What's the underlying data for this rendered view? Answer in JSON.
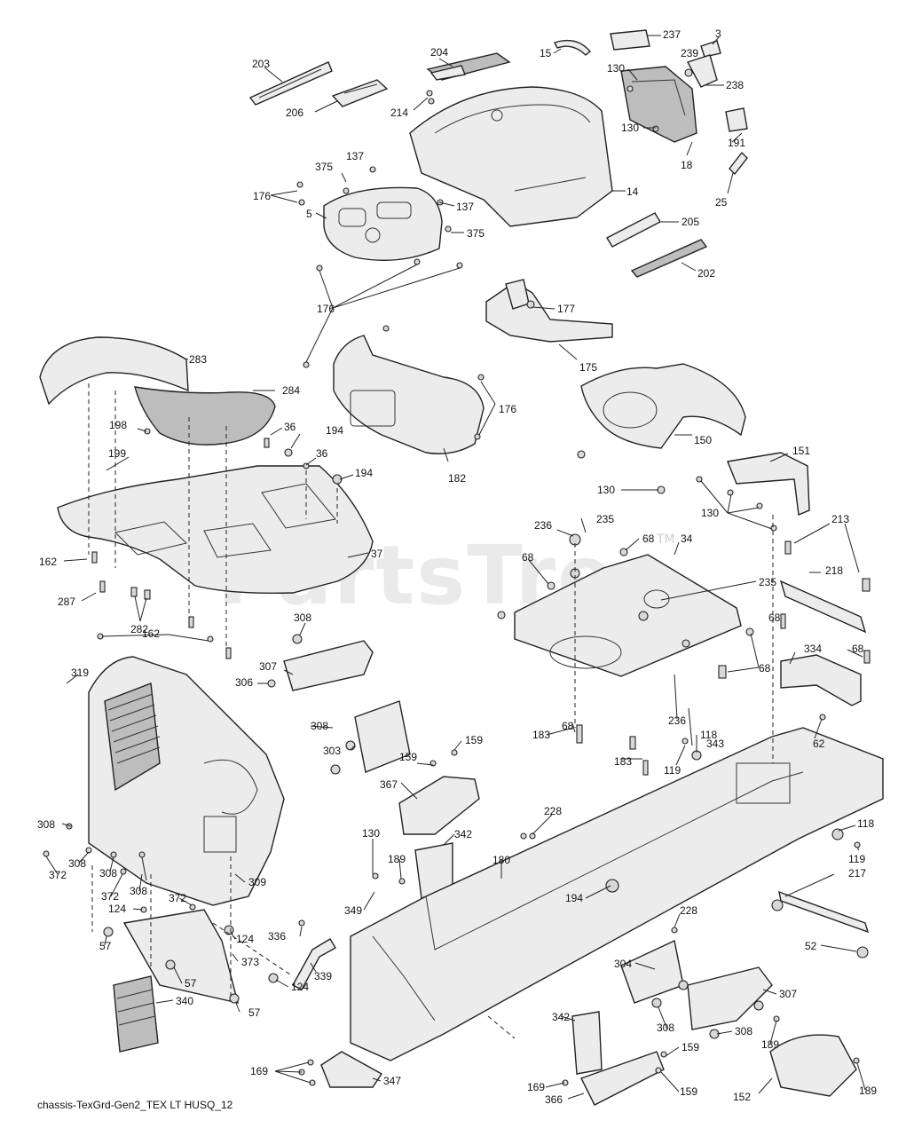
{
  "watermark": {
    "text": "PartsTree",
    "tm": "TM"
  },
  "diagram_code": "chassis-TexGrd-Gen2_TEX LT HUSQ_12",
  "callouts": [
    {
      "id": "c203",
      "label": "203"
    },
    {
      "id": "c206",
      "label": "206"
    },
    {
      "id": "c204",
      "label": "204"
    },
    {
      "id": "c214",
      "label": "214"
    },
    {
      "id": "c15",
      "label": "15"
    },
    {
      "id": "c237",
      "label": "237"
    },
    {
      "id": "c3",
      "label": "3"
    },
    {
      "id": "c239",
      "label": "239"
    },
    {
      "id": "c130a",
      "label": "130"
    },
    {
      "id": "c238",
      "label": "238"
    },
    {
      "id": "c130b",
      "label": "130"
    },
    {
      "id": "c191",
      "label": "191"
    },
    {
      "id": "c18",
      "label": "18"
    },
    {
      "id": "c25",
      "label": "25"
    },
    {
      "id": "c14",
      "label": "14"
    },
    {
      "id": "c205",
      "label": "205"
    },
    {
      "id": "c202",
      "label": "202"
    },
    {
      "id": "c375a",
      "label": "375"
    },
    {
      "id": "c137a",
      "label": "137"
    },
    {
      "id": "c176a",
      "label": "176"
    },
    {
      "id": "c137b",
      "label": "137"
    },
    {
      "id": "c5",
      "label": "5"
    },
    {
      "id": "c375b",
      "label": "375"
    },
    {
      "id": "c176b",
      "label": "176"
    },
    {
      "id": "c177",
      "label": "177"
    },
    {
      "id": "c175",
      "label": "175"
    },
    {
      "id": "c283",
      "label": "283"
    },
    {
      "id": "c284",
      "label": "284"
    },
    {
      "id": "c176c",
      "label": "176"
    },
    {
      "id": "c198",
      "label": "198"
    },
    {
      "id": "c36a",
      "label": "36"
    },
    {
      "id": "c194a",
      "label": "194"
    },
    {
      "id": "c36b",
      "label": "36"
    },
    {
      "id": "c199",
      "label": "199"
    },
    {
      "id": "c194b",
      "label": "194"
    },
    {
      "id": "c182",
      "label": "182"
    },
    {
      "id": "c150",
      "label": "150"
    },
    {
      "id": "c151",
      "label": "151"
    },
    {
      "id": "c130c",
      "label": "130"
    },
    {
      "id": "c130d",
      "label": "130"
    },
    {
      "id": "c213",
      "label": "213"
    },
    {
      "id": "c235a",
      "label": "235"
    },
    {
      "id": "c236a",
      "label": "236"
    },
    {
      "id": "c68a",
      "label": "68"
    },
    {
      "id": "c34",
      "label": "34"
    },
    {
      "id": "c218",
      "label": "218"
    },
    {
      "id": "c162a",
      "label": "162"
    },
    {
      "id": "c37",
      "label": "37"
    },
    {
      "id": "c68b",
      "label": "68"
    },
    {
      "id": "c235b",
      "label": "235"
    },
    {
      "id": "c287",
      "label": "287"
    },
    {
      "id": "c282",
      "label": "282"
    },
    {
      "id": "c162b",
      "label": "162"
    },
    {
      "id": "c308a",
      "label": "308"
    },
    {
      "id": "c68c",
      "label": "68"
    },
    {
      "id": "c334",
      "label": "334"
    },
    {
      "id": "c68d",
      "label": "68"
    },
    {
      "id": "c307a",
      "label": "307"
    },
    {
      "id": "c68e",
      "label": "68"
    },
    {
      "id": "c319",
      "label": "319"
    },
    {
      "id": "c306",
      "label": "306"
    },
    {
      "id": "c308b",
      "label": "308"
    },
    {
      "id": "c183a",
      "label": "183"
    },
    {
      "id": "c236b",
      "label": "236"
    },
    {
      "id": "c343",
      "label": "343"
    },
    {
      "id": "c62",
      "label": "62"
    },
    {
      "id": "c68f",
      "label": "68"
    },
    {
      "id": "c183b",
      "label": "183"
    },
    {
      "id": "c303",
      "label": "303"
    },
    {
      "id": "c118a",
      "label": "118"
    },
    {
      "id": "c119a",
      "label": "119"
    },
    {
      "id": "c159a",
      "label": "159"
    },
    {
      "id": "c159b",
      "label": "159"
    },
    {
      "id": "c367",
      "label": "367"
    },
    {
      "id": "c228a",
      "label": "228"
    },
    {
      "id": "c308c",
      "label": "308"
    },
    {
      "id": "c130e",
      "label": "130"
    },
    {
      "id": "c342a",
      "label": "342"
    },
    {
      "id": "c118b",
      "label": "118"
    },
    {
      "id": "c372a",
      "label": "372"
    },
    {
      "id": "c308d",
      "label": "308"
    },
    {
      "id": "c308e",
      "label": "308"
    },
    {
      "id": "c180",
      "label": "180"
    },
    {
      "id": "c189a",
      "label": "189"
    },
    {
      "id": "c119b",
      "label": "119"
    },
    {
      "id": "c217",
      "label": "217"
    },
    {
      "id": "c372b",
      "label": "372"
    },
    {
      "id": "c308f",
      "label": "308"
    },
    {
      "id": "c309",
      "label": "309"
    },
    {
      "id": "c372c",
      "label": "372"
    },
    {
      "id": "c194c",
      "label": "194"
    },
    {
      "id": "c124a",
      "label": "124"
    },
    {
      "id": "c349",
      "label": "349"
    },
    {
      "id": "c228b",
      "label": "228"
    },
    {
      "id": "c336",
      "label": "336"
    },
    {
      "id": "c57a",
      "label": "57"
    },
    {
      "id": "c124b",
      "label": "124"
    },
    {
      "id": "c52",
      "label": "52"
    },
    {
      "id": "c373",
      "label": "373"
    },
    {
      "id": "c304",
      "label": "304"
    },
    {
      "id": "c339",
      "label": "339"
    },
    {
      "id": "c57b",
      "label": "57"
    },
    {
      "id": "c124c",
      "label": "124"
    },
    {
      "id": "c307b",
      "label": "307"
    },
    {
      "id": "c340",
      "label": "340"
    },
    {
      "id": "c57c",
      "label": "57"
    },
    {
      "id": "c342b",
      "label": "342"
    },
    {
      "id": "c308g",
      "label": "308"
    },
    {
      "id": "c308h",
      "label": "308"
    },
    {
      "id": "c189b",
      "label": "189"
    },
    {
      "id": "c159c",
      "label": "159"
    },
    {
      "id": "c169a",
      "label": "169"
    },
    {
      "id": "c347",
      "label": "347"
    },
    {
      "id": "c169b",
      "label": "169"
    },
    {
      "id": "c159d",
      "label": "159"
    },
    {
      "id": "c152",
      "label": "152"
    },
    {
      "id": "c366",
      "label": "366"
    },
    {
      "id": "c189c",
      "label": "189"
    }
  ]
}
